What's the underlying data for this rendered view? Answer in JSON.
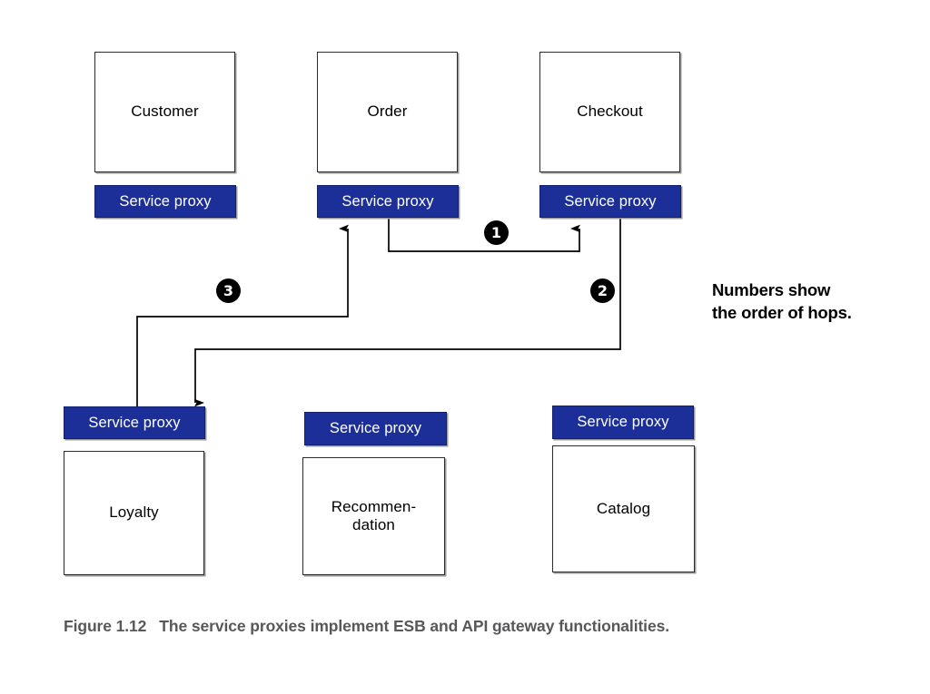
{
  "figure": {
    "caption_label": "Figure 1.12",
    "caption_text": "The service proxies implement ESB and API gateway functionalities."
  },
  "annotation": {
    "line1": "Numbers show",
    "line2": "the order of hops."
  },
  "colors": {
    "proxy_fill": "#1c2f99",
    "proxy_border": "#10206e",
    "proxy_text": "#ffffff",
    "box_border": "#2b2b2b",
    "box_fill": "#ffffff",
    "box_text": "#000000",
    "badge_fill": "#000000",
    "badge_text": "#ffffff",
    "connector_stroke": "#000000",
    "caption_text": "#57585a",
    "annotation_text": "#000000"
  },
  "proxy_label": "Service proxy",
  "services": {
    "top_row": [
      {
        "id": "customer",
        "name": "Customer",
        "proxy_label": "Service proxy"
      },
      {
        "id": "order",
        "name": "Order",
        "proxy_label": "Service proxy"
      },
      {
        "id": "checkout",
        "name": "Checkout",
        "proxy_label": "Service proxy"
      }
    ],
    "bottom_row": [
      {
        "id": "loyalty",
        "name": "Loyalty",
        "proxy_label": "Service proxy"
      },
      {
        "id": "recommendation",
        "name_line1": "Recommen-",
        "name_line2": "dation",
        "proxy_label": "Service proxy"
      },
      {
        "id": "catalog",
        "name": "Catalog",
        "proxy_label": "Service proxy"
      }
    ]
  },
  "hops": [
    {
      "number": "1",
      "from": "order",
      "to": "checkout"
    },
    {
      "number": "2",
      "from": "checkout",
      "to": "loyalty"
    },
    {
      "number": "3",
      "from": "loyalty",
      "to": "order"
    }
  ]
}
